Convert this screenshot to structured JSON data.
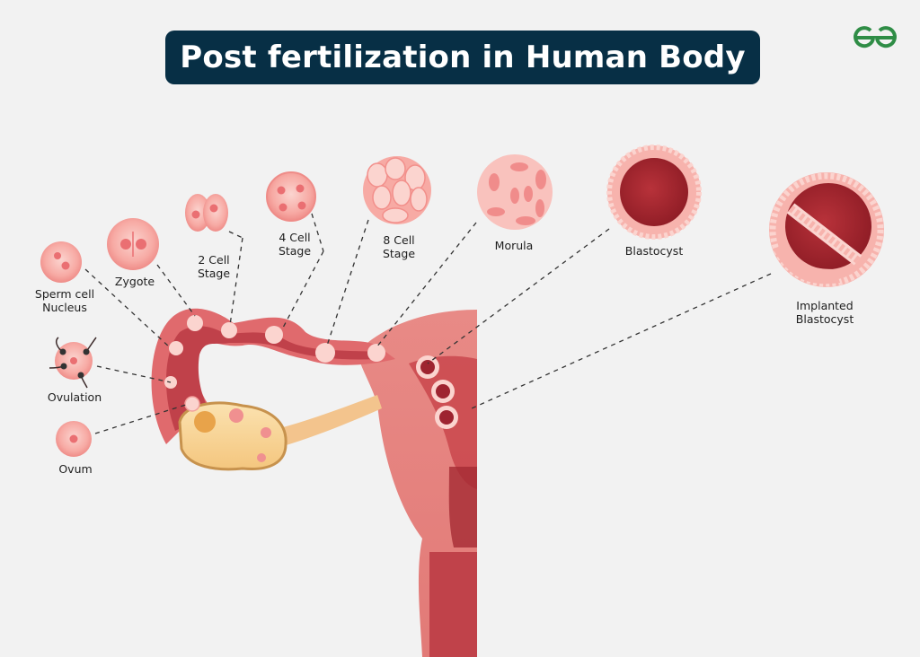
{
  "header": {
    "title": "Post fertilization in Human Body",
    "logo": "geeksforgeeks-logo-icon",
    "colors": {
      "title_bg": "#072f45",
      "title_text": "#ffffff",
      "logo": "#2f8d46",
      "background": "#f2f2f2"
    }
  },
  "stages": [
    {
      "id": "sperm-cell-nucleus",
      "label": "Sperm cell\nNucleus"
    },
    {
      "id": "zygote",
      "label": "Zygote"
    },
    {
      "id": "two-cell",
      "label": "2 Cell\nStage"
    },
    {
      "id": "four-cell",
      "label": "4 Cell\nStage"
    },
    {
      "id": "eight-cell",
      "label": "8 Cell\nStage"
    },
    {
      "id": "morula",
      "label": "Morula"
    },
    {
      "id": "blastocyst",
      "label": "Blastocyst"
    },
    {
      "id": "implanted-blastocyst",
      "label": "Implanted\nBlastocyst"
    },
    {
      "id": "ovulation",
      "label": "Ovulation"
    },
    {
      "id": "ovum",
      "label": "Ovum"
    }
  ],
  "anatomy": {
    "parts": [
      "fallopian-tube",
      "ovary",
      "ovarian-ligament",
      "uterus",
      "cervix",
      "vagina"
    ],
    "colors": {
      "tissue": "#e8837e",
      "tissue_dark": "#c9474c",
      "lumen": "#a52a33",
      "ovary": "#f6d18f",
      "cell": "#f7a9a4",
      "nucleus": "#ea6f72"
    }
  }
}
